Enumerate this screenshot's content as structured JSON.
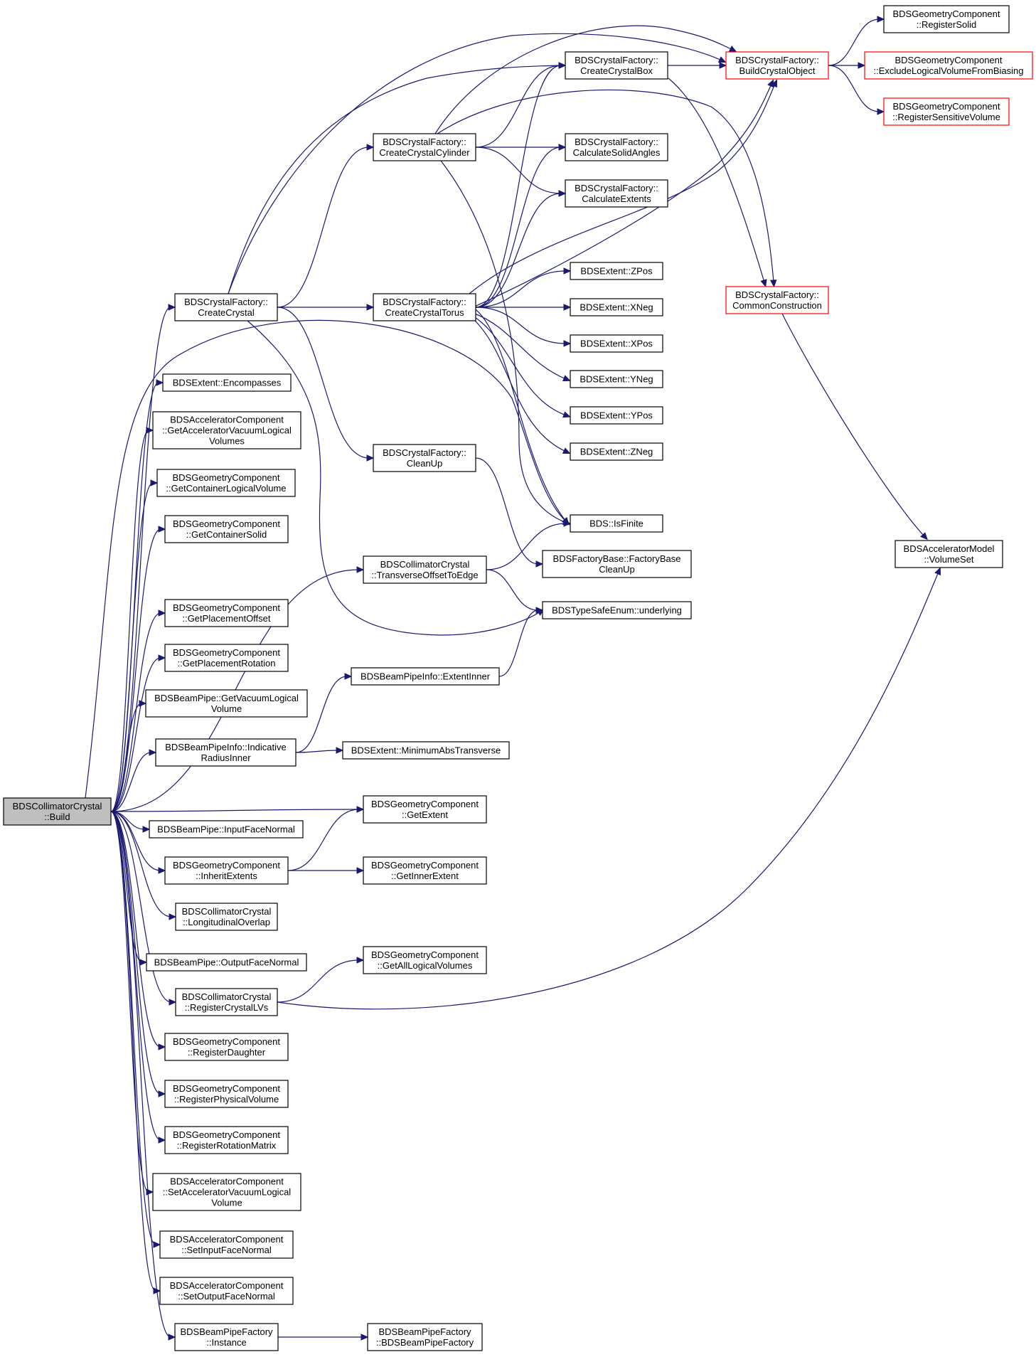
{
  "nodes": [
    {
      "id": "root",
      "lines": [
        "BDSCollimatorCrystal",
        "::Build"
      ],
      "root": true
    },
    {
      "id": "create_crystal",
      "lines": [
        "BDSCrystalFactory::",
        "CreateCrystal"
      ]
    },
    {
      "id": "encompasses",
      "lines": [
        "BDSExtent::Encompasses"
      ]
    },
    {
      "id": "get_acc_vac",
      "lines": [
        "BDSAcceleratorComponent",
        "::GetAcceleratorVacuumLogical",
        "Volumes"
      ]
    },
    {
      "id": "get_container_lv",
      "lines": [
        "BDSGeometryComponent",
        "::GetContainerLogicalVolume"
      ]
    },
    {
      "id": "get_container_solid",
      "lines": [
        "BDSGeometryComponent",
        "::GetContainerSolid"
      ]
    },
    {
      "id": "get_placement_offset",
      "lines": [
        "BDSGeometryComponent",
        "::GetPlacementOffset"
      ]
    },
    {
      "id": "get_placement_rotation",
      "lines": [
        "BDSGeometryComponent",
        "::GetPlacementRotation"
      ]
    },
    {
      "id": "get_vacuum_lv",
      "lines": [
        "BDSBeamPipe::GetVacuumLogical",
        "Volume"
      ]
    },
    {
      "id": "indicative_radius",
      "lines": [
        "BDSBeamPipeInfo::Indicative",
        "RadiusInner"
      ]
    },
    {
      "id": "input_face_normal",
      "lines": [
        "BDSBeamPipe::InputFaceNormal"
      ]
    },
    {
      "id": "inherit_extents",
      "lines": [
        "BDSGeometryComponent",
        "::InheritExtents"
      ]
    },
    {
      "id": "longitudinal_overlap",
      "lines": [
        "BDSCollimatorCrystal",
        "::LongitudinalOverlap"
      ]
    },
    {
      "id": "output_face_normal",
      "lines": [
        "BDSBeamPipe::OutputFaceNormal"
      ]
    },
    {
      "id": "register_crystal_lvs",
      "lines": [
        "BDSCollimatorCrystal",
        "::RegisterCrystalLVs"
      ]
    },
    {
      "id": "register_daughter",
      "lines": [
        "BDSGeometryComponent",
        "::RegisterDaughter"
      ]
    },
    {
      "id": "register_pv",
      "lines": [
        "BDSGeometryComponent",
        "::RegisterPhysicalVolume"
      ]
    },
    {
      "id": "register_rot",
      "lines": [
        "BDSGeometryComponent",
        "::RegisterRotationMatrix"
      ]
    },
    {
      "id": "set_acc_vac",
      "lines": [
        "BDSAcceleratorComponent",
        "::SetAcceleratorVacuumLogical",
        "Volume"
      ]
    },
    {
      "id": "set_input_face",
      "lines": [
        "BDSAcceleratorComponent",
        "::SetInputFaceNormal"
      ]
    },
    {
      "id": "set_output_face",
      "lines": [
        "BDSAcceleratorComponent",
        "::SetOutputFaceNormal"
      ]
    },
    {
      "id": "bpf_instance",
      "lines": [
        "BDSBeamPipeFactory",
        "::Instance"
      ]
    },
    {
      "id": "create_cylinder",
      "lines": [
        "BDSCrystalFactory::",
        "CreateCrystalCylinder"
      ]
    },
    {
      "id": "create_torus",
      "lines": [
        "BDSCrystalFactory::",
        "CreateCrystalTorus"
      ]
    },
    {
      "id": "cleanup",
      "lines": [
        "BDSCrystalFactory::",
        "CleanUp"
      ]
    },
    {
      "id": "transverse_offset",
      "lines": [
        "BDSCollimatorCrystal",
        "::TransverseOffsetToEdge"
      ]
    },
    {
      "id": "extent_inner",
      "lines": [
        "BDSBeamPipeInfo::ExtentInner"
      ]
    },
    {
      "id": "min_abs_transverse",
      "lines": [
        "BDSExtent::MinimumAbsTransverse"
      ]
    },
    {
      "id": "get_extent",
      "lines": [
        "BDSGeometryComponent",
        "::GetExtent"
      ]
    },
    {
      "id": "get_inner_extent",
      "lines": [
        "BDSGeometryComponent",
        "::GetInnerExtent"
      ]
    },
    {
      "id": "get_all_lvs",
      "lines": [
        "BDSGeometryComponent",
        "::GetAllLogicalVolumes"
      ]
    },
    {
      "id": "bpf_ctor",
      "lines": [
        "BDSBeamPipeFactory",
        "::BDSBeamPipeFactory"
      ]
    },
    {
      "id": "create_box",
      "lines": [
        "BDSCrystalFactory::",
        "CreateCrystalBox"
      ]
    },
    {
      "id": "calc_solid_angles",
      "lines": [
        "BDSCrystalFactory::",
        "CalculateSolidAngles"
      ]
    },
    {
      "id": "calc_extents",
      "lines": [
        "BDSCrystalFactory::",
        "CalculateExtents"
      ]
    },
    {
      "id": "zpos",
      "lines": [
        "BDSExtent::ZPos"
      ]
    },
    {
      "id": "xneg",
      "lines": [
        "BDSExtent::XNeg"
      ]
    },
    {
      "id": "xpos",
      "lines": [
        "BDSExtent::XPos"
      ]
    },
    {
      "id": "yneg",
      "lines": [
        "BDSExtent::YNeg"
      ]
    },
    {
      "id": "ypos",
      "lines": [
        "BDSExtent::YPos"
      ]
    },
    {
      "id": "zneg",
      "lines": [
        "BDSExtent::ZNeg"
      ]
    },
    {
      "id": "is_finite",
      "lines": [
        "BDS::IsFinite"
      ]
    },
    {
      "id": "factory_cleanup",
      "lines": [
        "BDSFactoryBase::FactoryBase",
        "CleanUp"
      ]
    },
    {
      "id": "underlying",
      "lines": [
        "BDSTypeSafeEnum::underlying"
      ]
    },
    {
      "id": "build_crystal_object",
      "lines": [
        "BDSCrystalFactory::",
        "BuildCrystalObject"
      ],
      "red": true
    },
    {
      "id": "common_construction",
      "lines": [
        "BDSCrystalFactory::",
        "CommonConstruction"
      ],
      "red": true
    },
    {
      "id": "register_solid",
      "lines": [
        "BDSGeometryComponent",
        "::RegisterSolid"
      ]
    },
    {
      "id": "exclude_lv_biasing",
      "lines": [
        "BDSGeometryComponent",
        "::ExcludeLogicalVolumeFromBiasing"
      ],
      "red": true
    },
    {
      "id": "register_sensitive",
      "lines": [
        "BDSGeometryComponent",
        "::RegisterSensitiveVolume"
      ],
      "red": true
    },
    {
      "id": "volume_set",
      "lines": [
        "BDSAcceleratorModel",
        "::VolumeSet"
      ]
    }
  ],
  "edges": [
    [
      "root",
      "create_crystal"
    ],
    [
      "root",
      "encompasses"
    ],
    [
      "root",
      "get_acc_vac"
    ],
    [
      "root",
      "get_container_lv"
    ],
    [
      "root",
      "get_container_solid"
    ],
    [
      "root",
      "transverse_offset"
    ],
    [
      "root",
      "get_placement_offset"
    ],
    [
      "root",
      "get_placement_rotation"
    ],
    [
      "root",
      "get_vacuum_lv"
    ],
    [
      "root",
      "indicative_radius"
    ],
    [
      "root",
      "get_extent"
    ],
    [
      "root",
      "input_face_normal"
    ],
    [
      "root",
      "inherit_extents"
    ],
    [
      "root",
      "longitudinal_overlap"
    ],
    [
      "root",
      "output_face_normal"
    ],
    [
      "root",
      "register_crystal_lvs"
    ],
    [
      "root",
      "register_daughter"
    ],
    [
      "root",
      "register_pv"
    ],
    [
      "root",
      "register_rot"
    ],
    [
      "root",
      "set_acc_vac"
    ],
    [
      "root",
      "set_input_face"
    ],
    [
      "root",
      "set_output_face"
    ],
    [
      "root",
      "bpf_instance"
    ],
    [
      "root",
      "is_finite"
    ],
    [
      "create_crystal",
      "create_cylinder"
    ],
    [
      "create_crystal",
      "create_torus"
    ],
    [
      "create_crystal",
      "cleanup"
    ],
    [
      "create_crystal",
      "create_box"
    ],
    [
      "create_crystal",
      "build_crystal_object"
    ],
    [
      "create_crystal",
      "underlying"
    ],
    [
      "create_cylinder",
      "create_box"
    ],
    [
      "create_cylinder",
      "calc_solid_angles"
    ],
    [
      "create_cylinder",
      "calc_extents"
    ],
    [
      "create_cylinder",
      "common_construction"
    ],
    [
      "create_cylinder",
      "build_crystal_object"
    ],
    [
      "create_cylinder",
      "is_finite"
    ],
    [
      "create_torus",
      "create_box"
    ],
    [
      "create_torus",
      "calc_solid_angles"
    ],
    [
      "create_torus",
      "calc_extents"
    ],
    [
      "create_torus",
      "zpos"
    ],
    [
      "create_torus",
      "xneg"
    ],
    [
      "create_torus",
      "xpos"
    ],
    [
      "create_torus",
      "yneg"
    ],
    [
      "create_torus",
      "ypos"
    ],
    [
      "create_torus",
      "zneg"
    ],
    [
      "create_torus",
      "is_finite"
    ],
    [
      "create_torus",
      "build_crystal_object"
    ],
    [
      "create_torus",
      "common_construction"
    ],
    [
      "create_box",
      "build_crystal_object"
    ],
    [
      "create_box",
      "common_construction"
    ],
    [
      "cleanup",
      "factory_cleanup"
    ],
    [
      "transverse_offset",
      "is_finite"
    ],
    [
      "transverse_offset",
      "underlying"
    ],
    [
      "extent_inner",
      "underlying"
    ],
    [
      "indicative_radius",
      "extent_inner"
    ],
    [
      "indicative_radius",
      "min_abs_transverse"
    ],
    [
      "inherit_extents",
      "get_extent"
    ],
    [
      "inherit_extents",
      "get_inner_extent"
    ],
    [
      "register_crystal_lvs",
      "get_all_lvs"
    ],
    [
      "register_crystal_lvs",
      "volume_set"
    ],
    [
      "bpf_instance",
      "bpf_ctor"
    ],
    [
      "build_crystal_object",
      "register_solid"
    ],
    [
      "build_crystal_object",
      "exclude_lv_biasing"
    ],
    [
      "build_crystal_object",
      "register_sensitive"
    ],
    [
      "common_construction",
      "volume_set"
    ]
  ]
}
